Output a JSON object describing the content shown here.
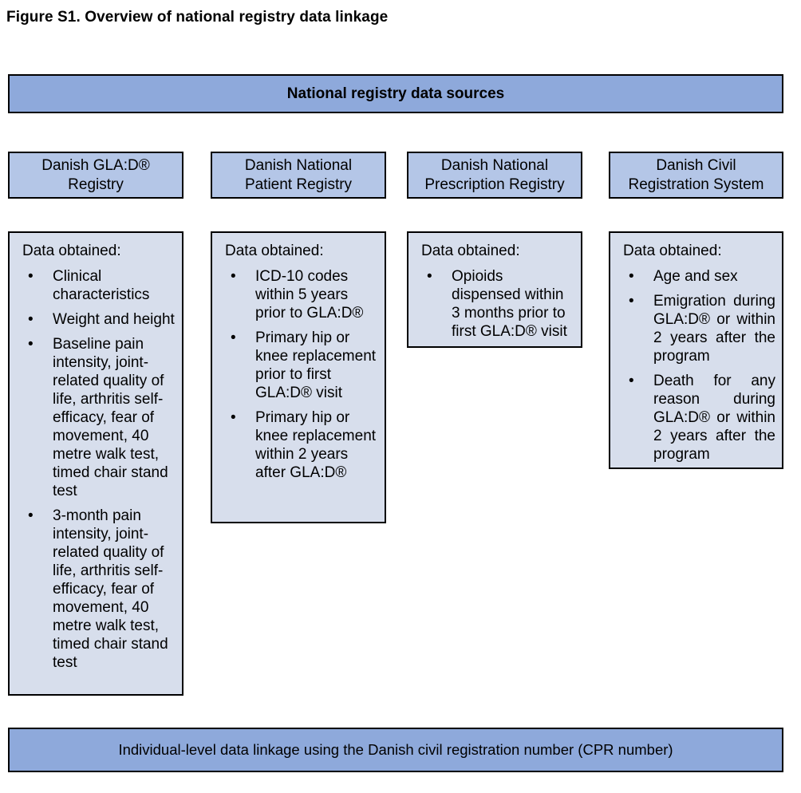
{
  "figure_title": "Figure S1. Overview of national registry data linkage",
  "top_bar": {
    "label": "National registry data sources"
  },
  "bottom_bar": {
    "label": "Individual-level data linkage using the Danish civil registration number (CPR number)"
  },
  "columns": [
    {
      "name": "Danish GLA:D® Registry",
      "heading": "Data obtained:",
      "bullets": [
        "Clinical characteristics",
        "Weight and height",
        "Baseline pain intensity, joint-related quality of life, arthritis self-efficacy, fear of movement, 40 metre walk test, timed chair stand test",
        "3-month pain intensity, joint-related quality of life, arthritis self-efficacy, fear of movement, 40 metre walk test, timed chair stand test"
      ]
    },
    {
      "name": "Danish National Patient Registry",
      "heading": "Data obtained:",
      "bullets": [
        "ICD-10 codes within 5 years prior to GLA:D®",
        "Primary hip or knee replacement prior to first GLA:D® visit",
        "Primary hip or knee replacement within 2 years after GLA:D®"
      ]
    },
    {
      "name": "Danish National Prescription Registry",
      "heading": "Data obtained:",
      "bullets": [
        "Opioids dispensed within 3 months prior to first GLA:D® visit"
      ]
    },
    {
      "name": "Danish Civil Registration System",
      "heading": "Data obtained:",
      "bullets": [
        "Age and sex",
        "Emigration during GLA:D® or within 2 years after the program",
        "Death for any reason during GLA:D® or within 2 years after the program"
      ]
    }
  ],
  "colors": {
    "bar_background": "#8EA9DB",
    "name_box_background": "#B4C6E7",
    "data_box_background": "#D7DEEC",
    "border": "#000000",
    "text": "#000000"
  }
}
